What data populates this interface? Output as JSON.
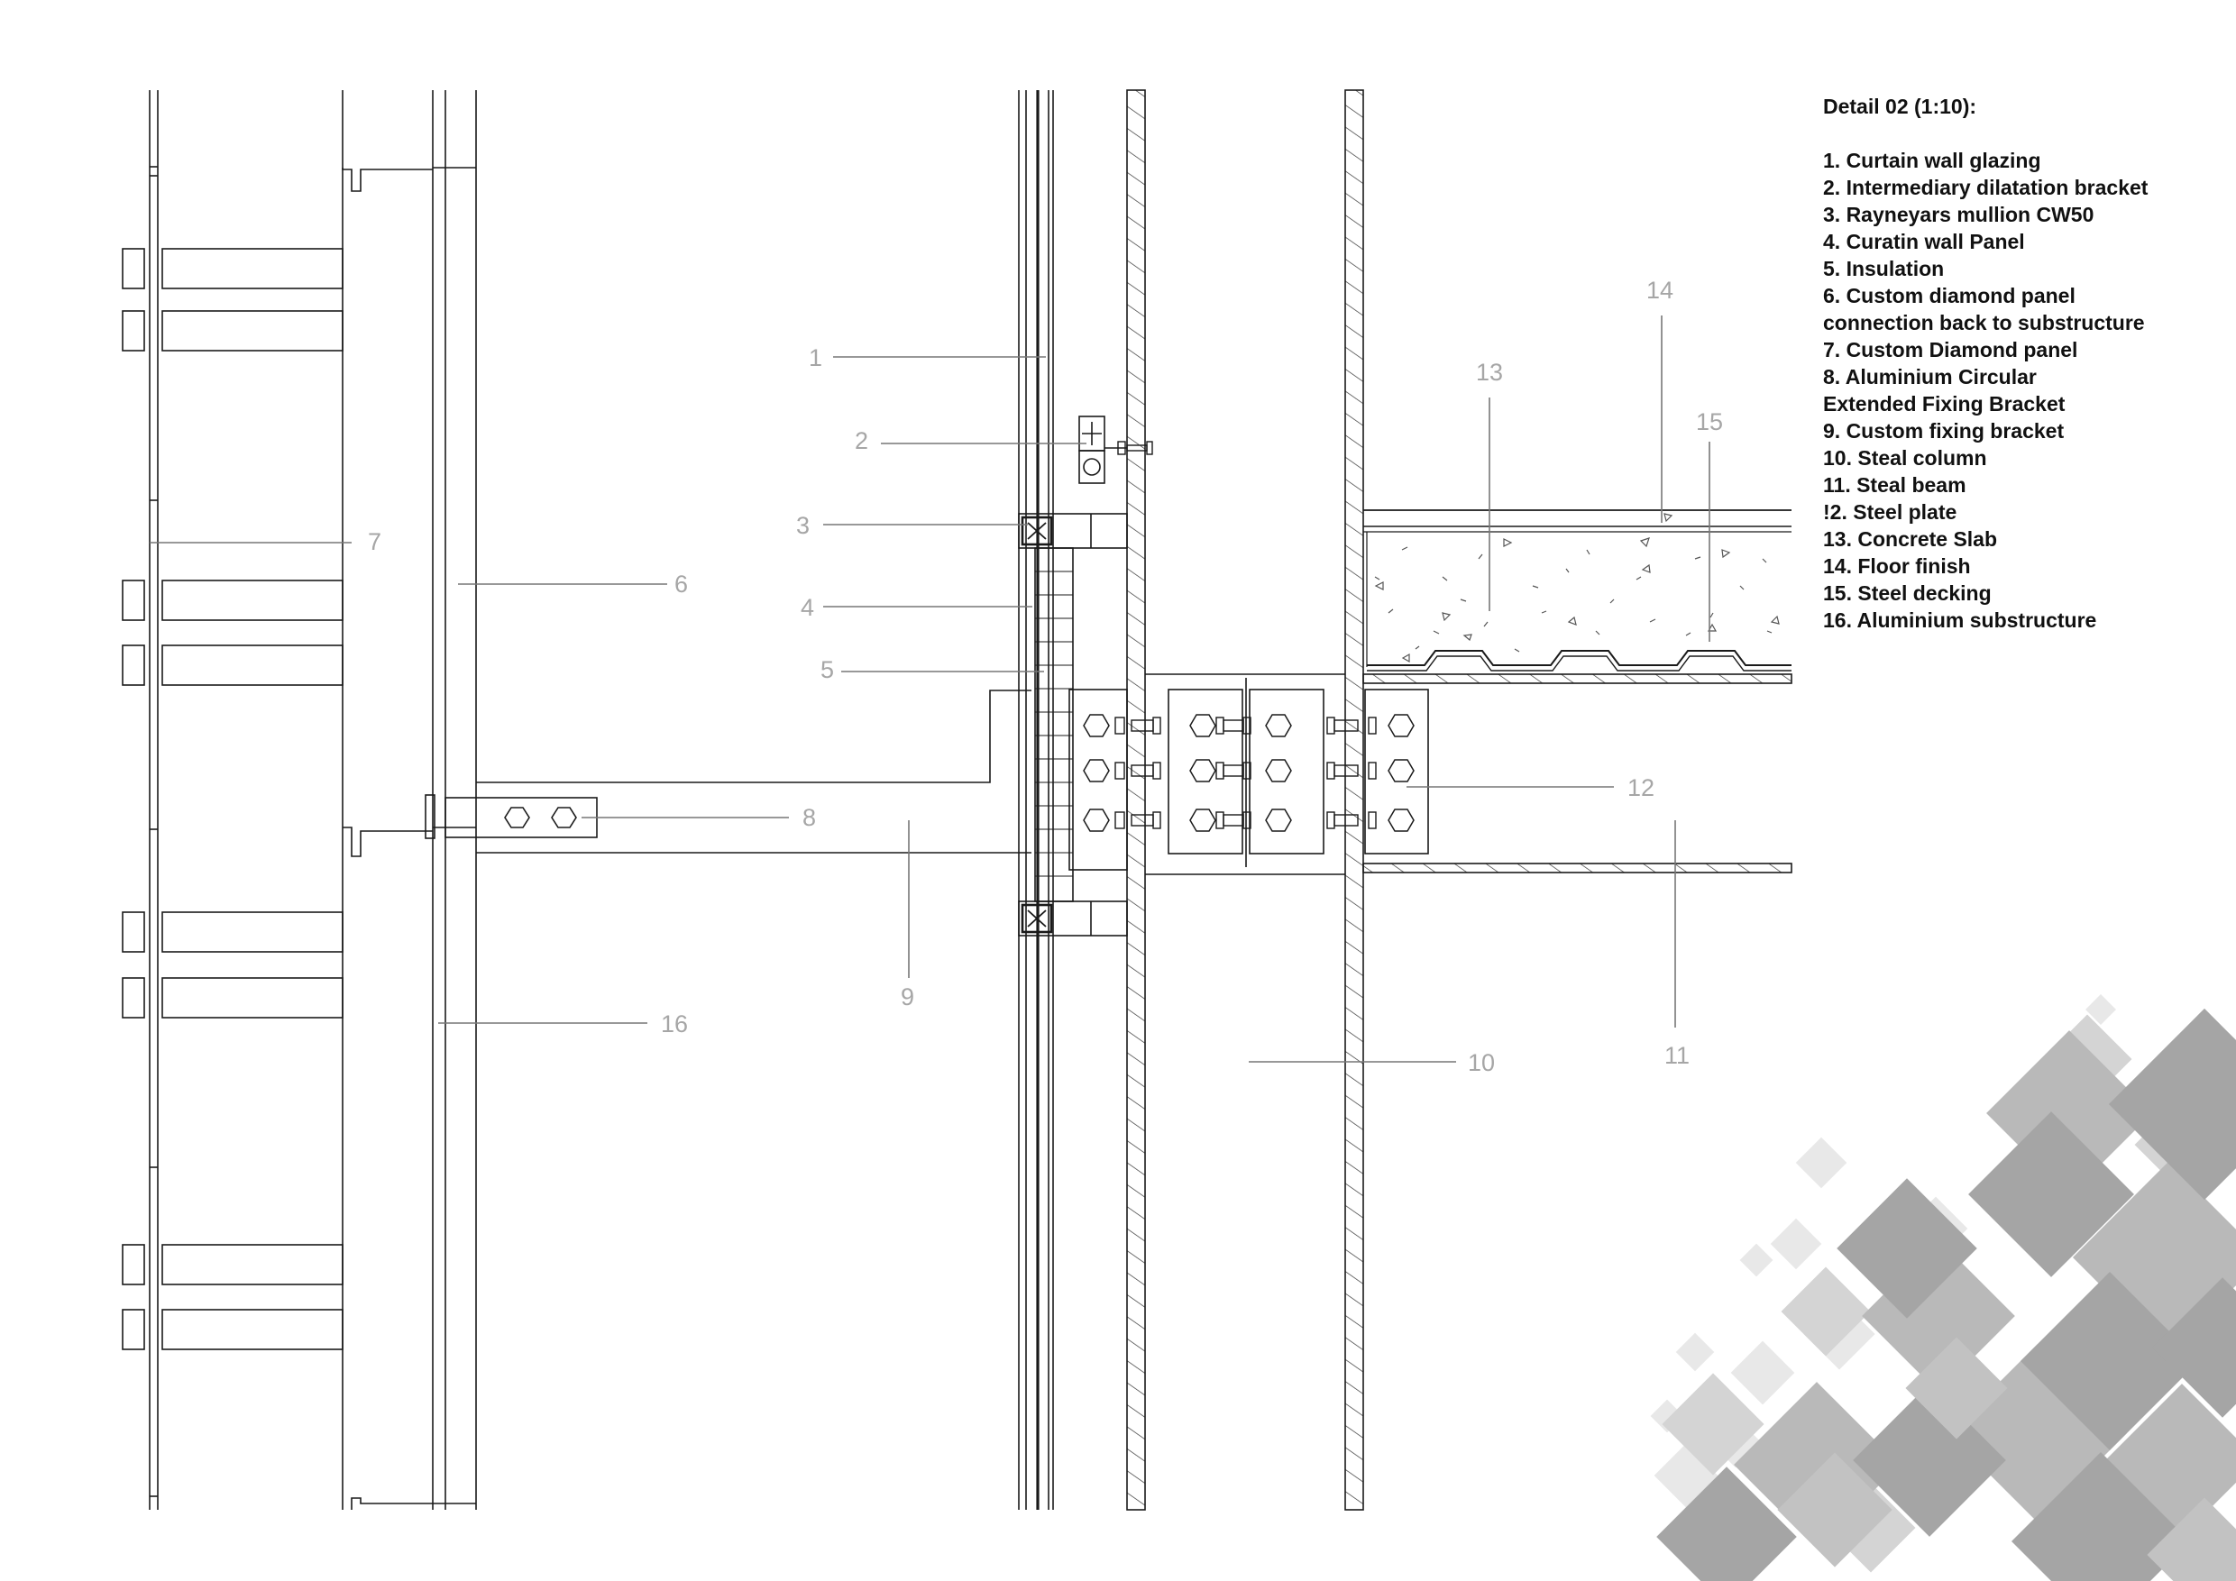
{
  "legend": {
    "title": "Detail 02 (1:10):",
    "items": [
      "1. Curtain wall glazing",
      "2.  Intermediary dilatation bracket",
      "3. Rayneyars mullion CW50",
      "4. Curatin wall Panel",
      "5.  Insulation",
      "6. Custom diamond panel",
      "connection back to substructure",
      "7. Custom Diamond panel",
      "8. Aluminium Circular",
      "Extended Fixing Bracket",
      "9. Custom fixing bracket",
      "10. Steal column",
      "11. Steal beam",
      "!2. Steel  plate",
      "13. Concrete Slab",
      "14. Floor finish",
      "15.  Steel decking",
      "16. Aluminium substructure"
    ]
  },
  "callouts": {
    "c1": "1",
    "c2": "2",
    "c3": "3",
    "c4": "4",
    "c5": "5",
    "c6": "6",
    "c7": "7",
    "c8": "8",
    "c9": "9",
    "c10": "10",
    "c11": "11",
    "c12": "12",
    "c13": "13",
    "c14": "14",
    "c15": "15",
    "c16": "16"
  },
  "colors": {
    "line": "#1a1a1a",
    "leader": "#777777",
    "callout_text": "#a6a6a6",
    "decor_dark": "#9e9e9e",
    "decor_light": "#e6e6e6"
  }
}
